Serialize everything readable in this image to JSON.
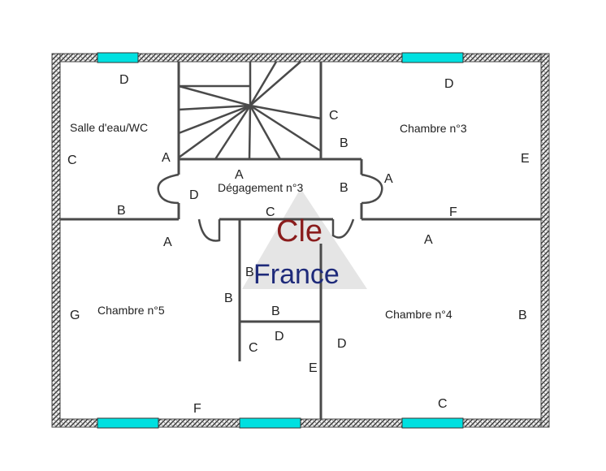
{
  "rooms": {
    "salle_eau": "Salle d'eau/WC",
    "chambre3": "Chambre n°3",
    "degagement": "Dégagement n°3",
    "chambre5": "Chambre n°5",
    "chambre4": "Chambre n°4"
  },
  "watermark": {
    "line1": "Cle",
    "line2": "France"
  },
  "wall_letters": [
    "D",
    "D",
    "C",
    "B",
    "C",
    "A",
    "A",
    "A",
    "D",
    "B",
    "E",
    "B",
    "C",
    "F",
    "A",
    "A",
    "B",
    "G",
    "B",
    "C",
    "D",
    "D",
    "E",
    "B",
    "F",
    "C",
    "B"
  ],
  "colors": {
    "window": "#00e0e0",
    "wall": "#4a4a4a",
    "watermark_triangle": "#dcdcdc"
  }
}
